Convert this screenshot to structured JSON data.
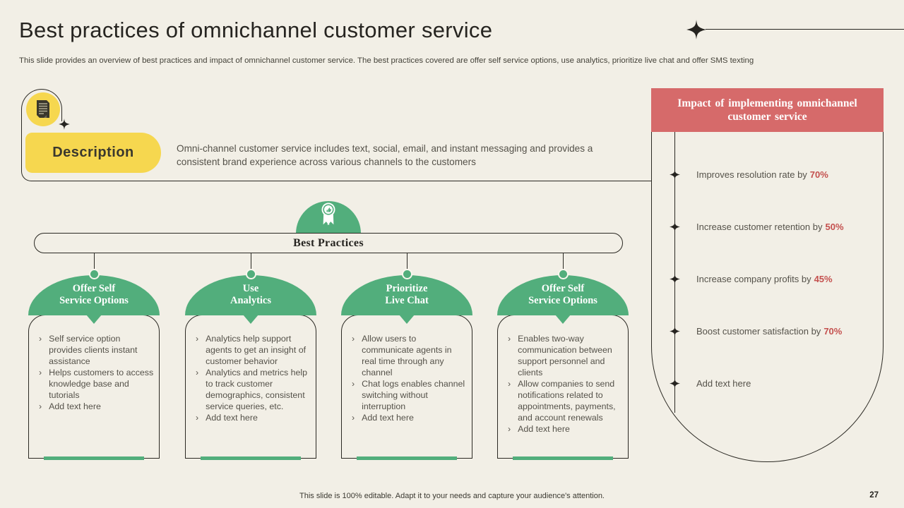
{
  "slide": {
    "title": "Best practices of omnichannel customer service",
    "subtitle": "This slide provides an overview of best practices and impact of omnichannel customer service. The best practices covered are offer self service options, use analytics, prioritize live chat and offer SMS texting",
    "footer_note": "This slide is 100% editable. Adapt it to your needs and capture your audience's attention.",
    "page_number": "27"
  },
  "description": {
    "label": "Description",
    "body": "Omni-channel customer service includes text, social, email, and instant messaging and provides a consistent brand experience across various channels to the customers"
  },
  "best_practices": {
    "heading": "Best Practices",
    "columns": [
      {
        "title_lines": [
          "Offer Self",
          "Service Options"
        ],
        "bullets": [
          "Self service option provides clients instant assistance",
          "Helps customers to access knowledge base and tutorials",
          "Add text here"
        ]
      },
      {
        "title_lines": [
          "Use",
          "Analytics"
        ],
        "bullets": [
          "Analytics help support agents to get an insight of customer behavior",
          "Analytics and metrics help to track customer demographics, consistent service queries, etc.",
          "Add text here"
        ]
      },
      {
        "title_lines": [
          "Prioritize",
          "Live Chat"
        ],
        "bullets": [
          "Allow users to communicate agents in real time through any channel",
          "Chat logs enables channel switching without interruption",
          "Add text here"
        ]
      },
      {
        "title_lines": [
          "Offer Self",
          "Service Options"
        ],
        "bullets": [
          "Enables two-way communication between support personnel and clients",
          "Allow companies to send notifications related to appointments, payments, and account renewals",
          "Add text here"
        ]
      }
    ]
  },
  "impact": {
    "heading": "Impact of implementing omnichannel customer service",
    "items": [
      {
        "text": "Improves resolution rate by",
        "value": "70%"
      },
      {
        "text": "Increase customer retention by",
        "value": "50%"
      },
      {
        "text": "Increase company profits by",
        "value": "45%"
      },
      {
        "text": "Boost customer satisfaction by",
        "value": "70%"
      },
      {
        "text": "Add text here",
        "value": ""
      }
    ]
  },
  "icons": {
    "sparkle": "four-pointed-star",
    "document": "document-page",
    "award": "rosette-ribbon"
  },
  "colors": {
    "background": "#f2efe6",
    "green": "#52ae7c",
    "yellow": "#f6d74f",
    "coral": "#d66a6a",
    "percent_red": "#c4504e",
    "ink": "#2b2923",
    "body_text": "#55524a"
  }
}
